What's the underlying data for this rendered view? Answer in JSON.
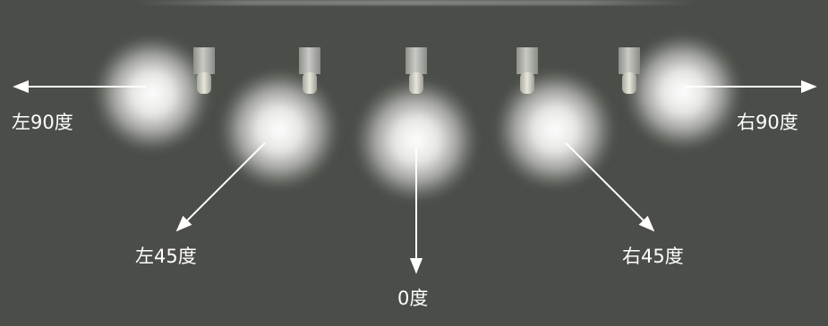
{
  "labels": {
    "left90": "左90度",
    "left45": "左45度",
    "zero": "0度",
    "right45": "右45度",
    "right90": "右90度"
  },
  "colors": {
    "background": "#4a4d48",
    "text": "#ffffff",
    "arrow": "#ffffff"
  }
}
